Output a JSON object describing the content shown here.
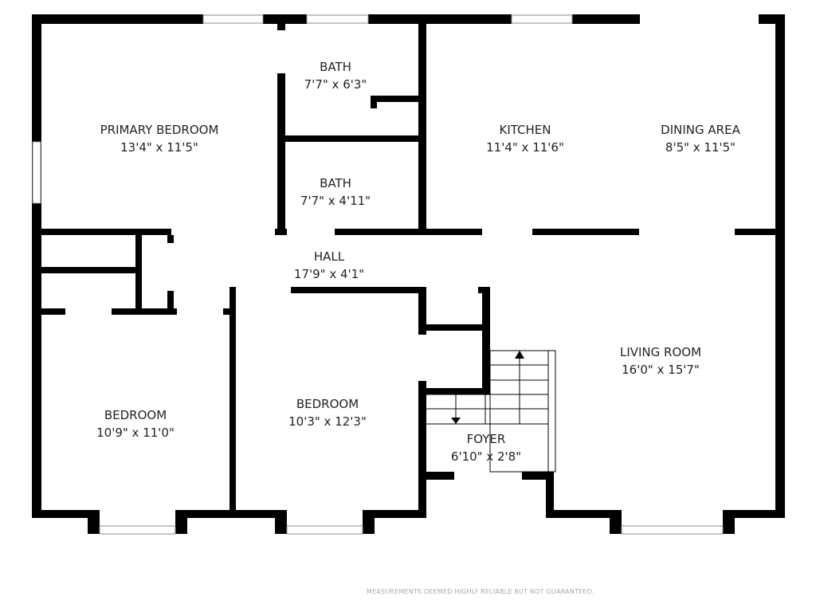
{
  "rooms": [
    {
      "name": "PRIMARY BEDROOM",
      "size": "13'4\" x 11'5\""
    },
    {
      "name": "BATH",
      "size": "7'7\" x 6'3\""
    },
    {
      "name": "BATH",
      "size": "7'7\" x 4'11\""
    },
    {
      "name": "KITCHEN",
      "size": "11'4\" x 11'6\""
    },
    {
      "name": "DINING AREA",
      "size": "8'5\" x 11'5\""
    },
    {
      "name": "HALL",
      "size": "17'9\" x 4'1\""
    },
    {
      "name": "LIVING ROOM",
      "size": "16'0\" x 15'7\""
    },
    {
      "name": "BEDROOM",
      "size": "10'3\" x 12'3\""
    },
    {
      "name": "BEDROOM",
      "size": "10'9\" x 11'0\""
    },
    {
      "name": "FOYER",
      "size": "6'10\" x 2'8\""
    }
  ],
  "footer_note": "MEASUREMENTS DEEMED HIGHLY RELIABLE BUT NOT GUARANTEED.",
  "colors": {
    "wall": "#000000",
    "window": "#ffffff",
    "text": "#222222"
  }
}
